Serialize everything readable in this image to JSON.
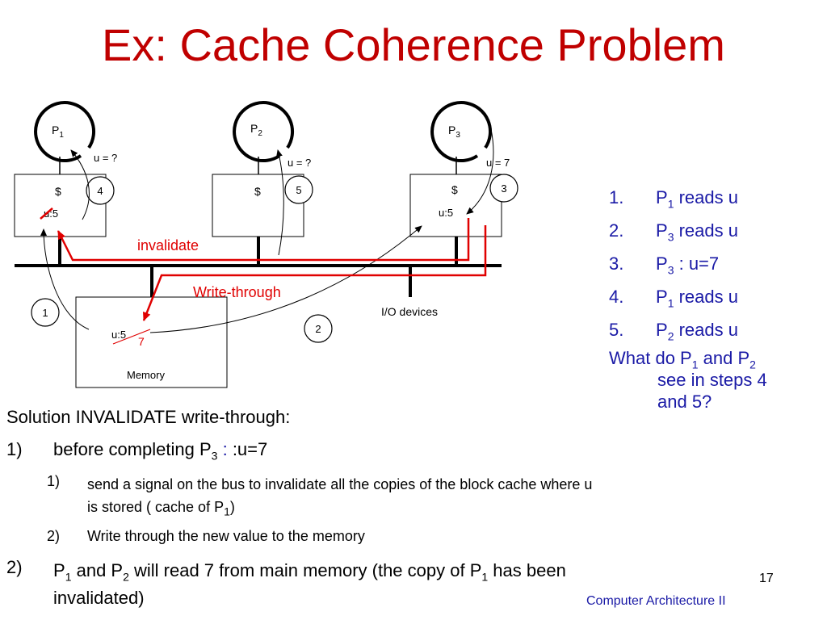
{
  "title": "Ex: Cache Coherence Problem",
  "processors": [
    {
      "label": "P",
      "sub": "1",
      "cache_label": "$",
      "value": "u = ?",
      "step": "4",
      "cache_value": "u:5"
    },
    {
      "label": "P",
      "sub": "2",
      "cache_label": "$",
      "value": "u = ?",
      "step": "5"
    },
    {
      "label": "P",
      "sub": "3",
      "cache_label": "$",
      "value": "u = 7",
      "step": "3",
      "cache_value": "u:5"
    }
  ],
  "bus_labels": {
    "invalidate": "invalidate",
    "write_through": "Write-through"
  },
  "memory": {
    "label": "Memory",
    "value": "u:5",
    "new_value": "7",
    "step1": "1",
    "step2": "2"
  },
  "io_label": "I/O devices",
  "steps": [
    {
      "num": "1.",
      "p": "P",
      "sub": "1",
      "text": " reads u"
    },
    {
      "num": "2.",
      "p": "P",
      "sub": "3",
      "text": " reads u"
    },
    {
      "num": "3.",
      "p": "P",
      "sub": "3",
      "text": " : u=7"
    },
    {
      "num": "4.",
      "p": "P",
      "sub": "1",
      "text": " reads u"
    },
    {
      "num": "5.",
      "p": "P",
      "sub": "2",
      "text": " reads u"
    }
  ],
  "question": {
    "a": "What do P",
    "s1": "1",
    "b": " and P",
    "s2": "2",
    "c": "see in steps 4",
    "d": "and 5?"
  },
  "solution": {
    "heading": "Solution INVALIDATE write-through:",
    "item1": {
      "n": "1)",
      "a": "before completing P",
      "s": "3",
      "b": " :u=7"
    },
    "sub1": {
      "n": "1)",
      "a": "send a signal on the bus to invalidate all the copies of the block cache where u",
      "b": "is stored ( cache of P",
      "s": "1",
      "c": ")"
    },
    "sub2": {
      "n": "2)",
      "a": "Write through the new value to the memory"
    },
    "item2": {
      "n": "2)",
      "a": "P",
      "s1": "1",
      "b": " and P",
      "s2": "2",
      "c": " will read 7 from main memory (the copy of P",
      "s3": "1",
      "d": " has been",
      "e": "invalidated)"
    }
  },
  "footer": {
    "page": "17",
    "course": "Computer Architecture II"
  },
  "colors": {
    "title": "#c00000",
    "arrow": "#e00000",
    "text_blue": "#1a1aa6"
  }
}
